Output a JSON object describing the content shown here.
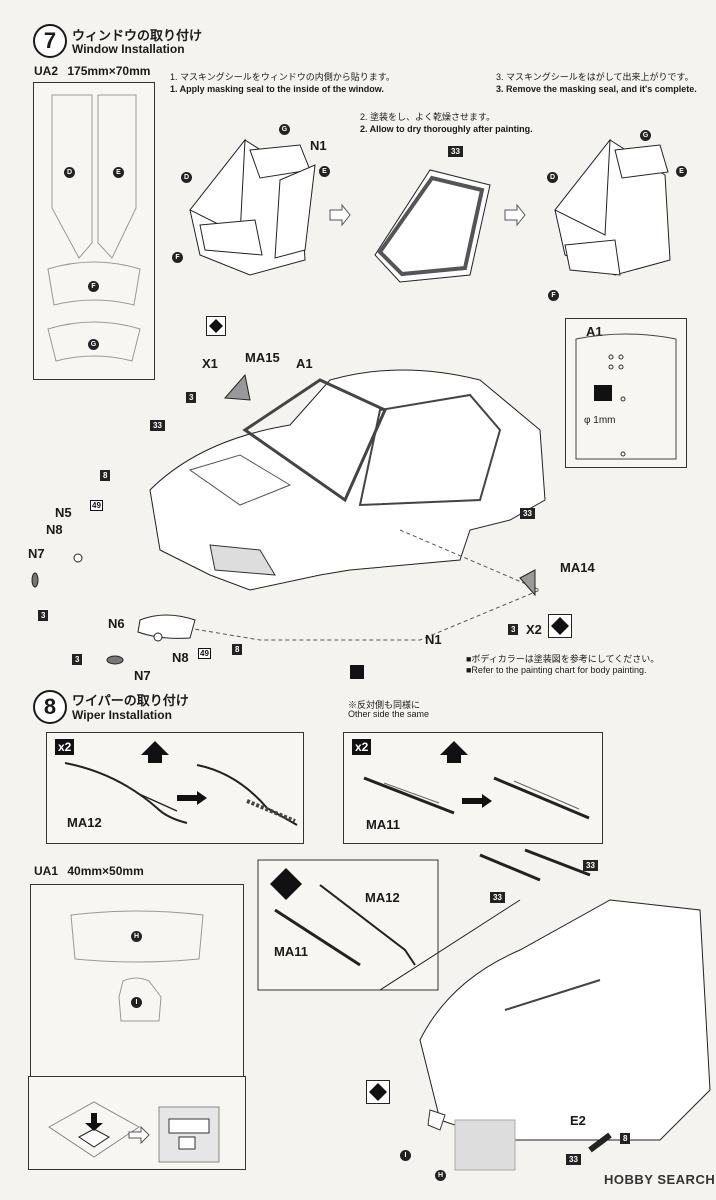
{
  "step7": {
    "number": "7",
    "title_jp": "ウィンドウの取り付け",
    "title_en": "Window Installation",
    "sheet_label": "UA2",
    "sheet_size": "175mm×70mm",
    "instructions": [
      {
        "jp": "1. マスキングシールをウィンドウの内側から貼ります。",
        "en": "1. Apply masking seal to the inside of the window."
      },
      {
        "jp": "2. 塗装をし、よく乾燥させます。",
        "en": "2. Allow to dry thoroughly after painting."
      },
      {
        "jp": "3. マスキングシールをはがして出来上がりです。",
        "en": "3. Remove the masking seal, and it's complete."
      }
    ],
    "seal_labels": [
      "D",
      "E",
      "F",
      "G"
    ],
    "parts": [
      "N1",
      "A1",
      "MA15",
      "X1",
      "MA14",
      "X2",
      "N5",
      "N8",
      "N7",
      "N6",
      "49",
      "33",
      "8",
      "3"
    ],
    "detail_part": "A1",
    "detail_dim": "φ 1mm",
    "note_jp": "■ボディカラーは塗装図を参考にしてください。",
    "note_en": "■Refer to the painting chart for body painting.",
    "other_side_jp": "※反対側も同様に",
    "other_side_en": "Other side the same"
  },
  "step8": {
    "number": "8",
    "title_jp": "ワイパーの取り付け",
    "title_en": "Wiper Installation",
    "qty": "x2",
    "part_a": "MA12",
    "part_b": "MA11",
    "sheet_label": "UA1",
    "sheet_size": "40mm×50mm",
    "seal_labels": [
      "H",
      "I"
    ],
    "part_e": "E2"
  },
  "credit": "HOBBY SEARCH"
}
